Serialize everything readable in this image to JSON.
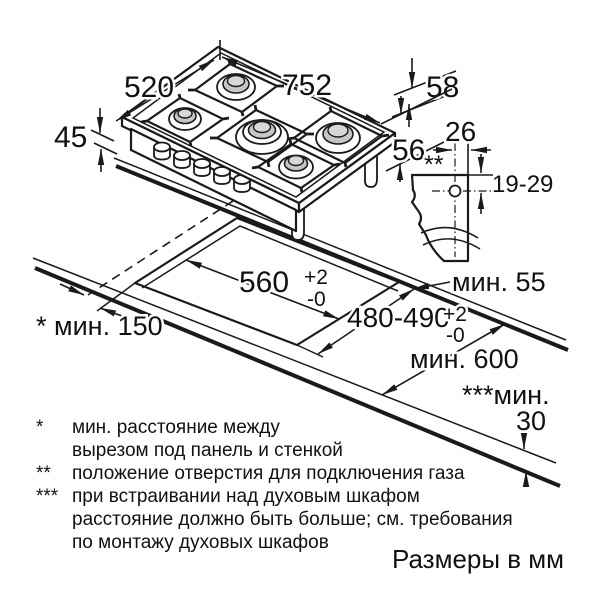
{
  "caption": "Размеры в мм",
  "hob": {
    "width": "752",
    "depth": "520",
    "height_above_worktop": "45",
    "body_height_rear": "58",
    "body_height_front": "56"
  },
  "gas_connection": {
    "marker": "**",
    "horizontal_offset": "26",
    "vertical_position": "19-29"
  },
  "cutout": {
    "width": "560",
    "width_tol_plus": "+2",
    "width_tol_minus": "-0",
    "depth": "480-490",
    "depth_tol_plus": "+2",
    "depth_tol_minus": "-0"
  },
  "clearances": {
    "to_rear_edge": "мин. 55",
    "to_side_wall": "* мин. 150",
    "worktop_depth": "мин. 600",
    "below_line1": "***мин.",
    "below_line2": "30"
  },
  "footnotes": {
    "rows": [
      {
        "marker": "*",
        "line1": "мин. расстояние между",
        "line2": "вырезом под панель и стенкой"
      },
      {
        "marker": "**",
        "line1": "положение отверстия для подключения газа"
      },
      {
        "marker": "***",
        "line1": "при встраивании над духовым шкафом",
        "line2": "расстояние должно быть больше; см. требования",
        "line3": "по монтажу духовых шкафов"
      }
    ]
  }
}
